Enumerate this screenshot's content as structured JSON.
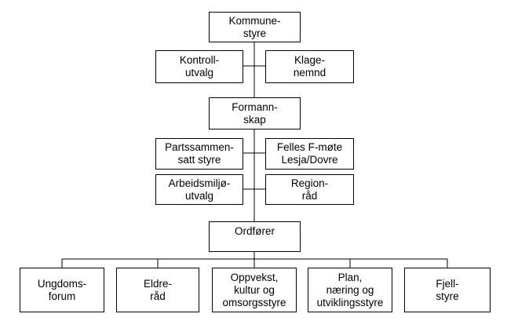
{
  "nodes": {
    "kommunestyre": [
      "Kommune-",
      "styre"
    ],
    "kontrollutvalg": [
      "Kontroll-",
      "utvalg"
    ],
    "klagenemnd": [
      "Klage-",
      "nemnd"
    ],
    "formannskap": [
      "Formann-",
      "skap"
    ],
    "partssammensatt_styre": [
      "Partssammen-",
      "satt styre"
    ],
    "felles_f_mote": [
      "Felles F-møte",
      "Lesja/Dovre"
    ],
    "arbeidsmiljoutvalg": [
      "Arbeidsmiljø-",
      "utvalg"
    ],
    "regionrad": [
      "Region-",
      "råd"
    ],
    "ordforer": [
      "Ordfører"
    ],
    "ungdomsforum": [
      "Ungdoms-",
      "forum"
    ],
    "eldrerad": [
      "Eldre-",
      "råd"
    ],
    "oppvekst_kultur_omsorg": [
      "Oppvekst,",
      "kultur og",
      "omsorgsstyre"
    ],
    "plan_naering_utvikling": [
      "Plan,",
      "næring og",
      "utviklingsstyre"
    ],
    "fjellstyre": [
      "Fjell-",
      "styre"
    ]
  }
}
